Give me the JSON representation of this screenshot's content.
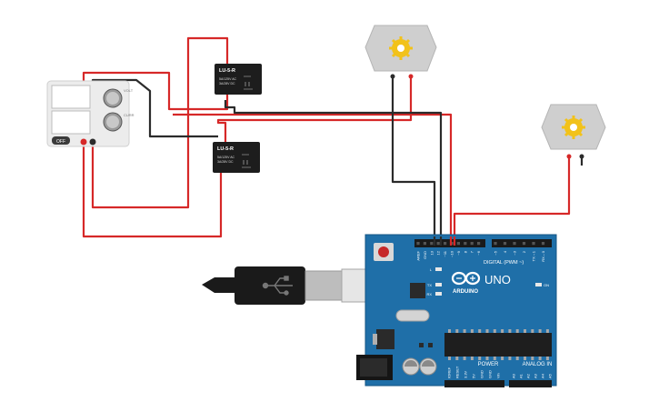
{
  "relay1": {
    "name": "LU-5-R",
    "line1": "5A/125V AC",
    "line2": "3A/28V DC"
  },
  "relay2": {
    "name": "LU-5-R",
    "line1": "5A/125V AC",
    "line2": "3A/28V DC"
  },
  "power_supply": {
    "button_label": "OFF",
    "knob1_label": "VOLT",
    "knob2_label": "CURR"
  },
  "arduino": {
    "brand": "ARDUINO",
    "model": "UNO",
    "digital_label": "DIGITAL (PWM ~)",
    "on_label": "ON",
    "power_label": "POWER",
    "analog_label": "ANALOG IN",
    "tx_label": "TX",
    "rx_label": "RX",
    "l_label": "L",
    "top_pins": [
      "AREF",
      "GND",
      "13",
      "12",
      "~11",
      "~10",
      "~9",
      "8",
      "7",
      "~6",
      "~5",
      "4",
      "~3",
      "2",
      "TX→1",
      "RX←0"
    ],
    "power_pins": [
      "IOREF",
      "RESET",
      "3.3V",
      "5V",
      "GND",
      "GND",
      "Vin"
    ],
    "analog_pins": [
      "A0",
      "A1",
      "A2",
      "A3",
      "A4",
      "A5"
    ]
  },
  "colors": {
    "board": "#1f6fa8",
    "wire_red": "#d62828",
    "wire_black": "#2b2b2b",
    "relay_body": "#1d1d1d",
    "motor_body": "#cfcfcf",
    "motor_gear": "#f2c21a"
  }
}
